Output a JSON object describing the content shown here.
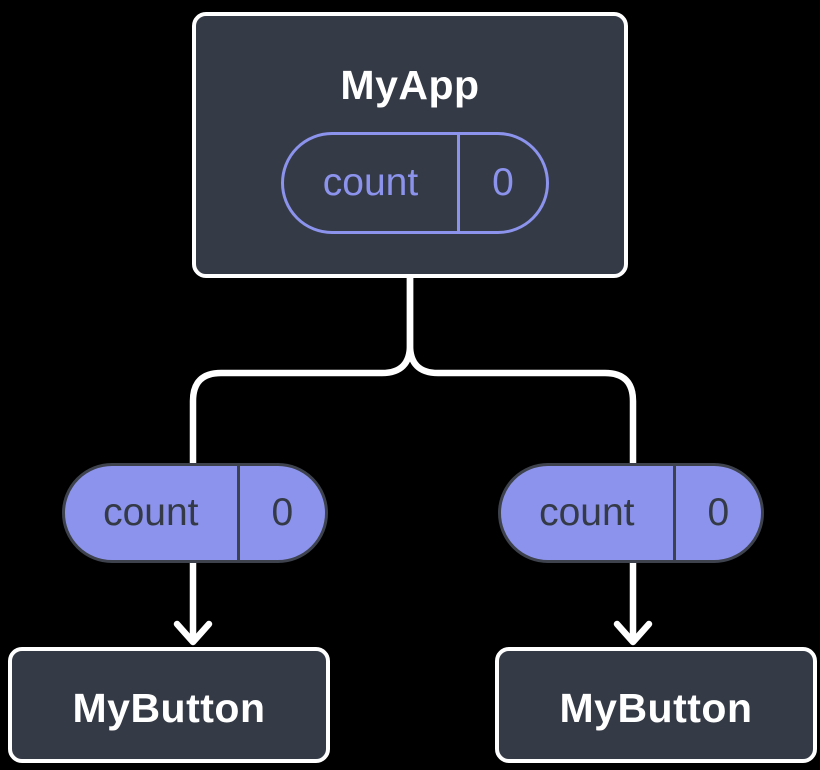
{
  "diagram": {
    "root": {
      "title": "MyApp",
      "state": {
        "name": "count",
        "value": "0"
      }
    },
    "props": [
      {
        "name": "count",
        "value": "0"
      },
      {
        "name": "count",
        "value": "0"
      }
    ],
    "children": [
      {
        "title": "MyButton"
      },
      {
        "title": "MyButton"
      }
    ]
  },
  "colors": {
    "background": "#000000",
    "node_fill": "#343a46",
    "node_border": "#ffffff",
    "accent_purple": "#8c93ec",
    "pill_text_dark": "#343a46",
    "pill_border_dark": "#3d424d",
    "connector": "#ffffff",
    "text_light": "#ffffff"
  }
}
